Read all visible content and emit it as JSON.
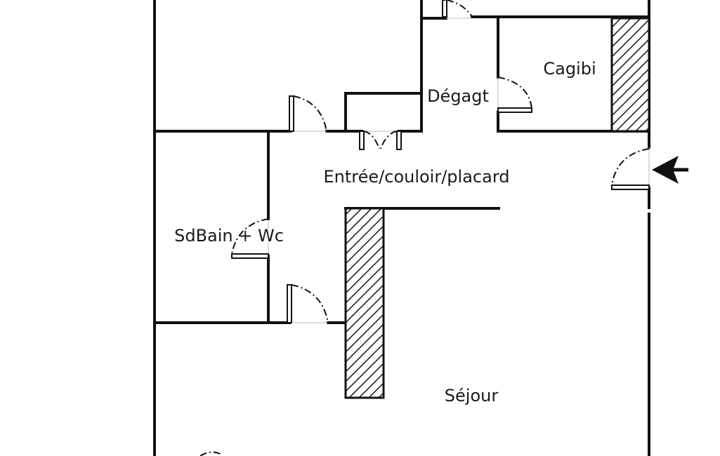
{
  "rooms": {
    "degagement": "Dégagt",
    "cagibi": "Cagibi",
    "entree": "Entrée/couloir/placard",
    "salle_de_bain": "SdBain + Wc",
    "sejour": "Séjour"
  }
}
